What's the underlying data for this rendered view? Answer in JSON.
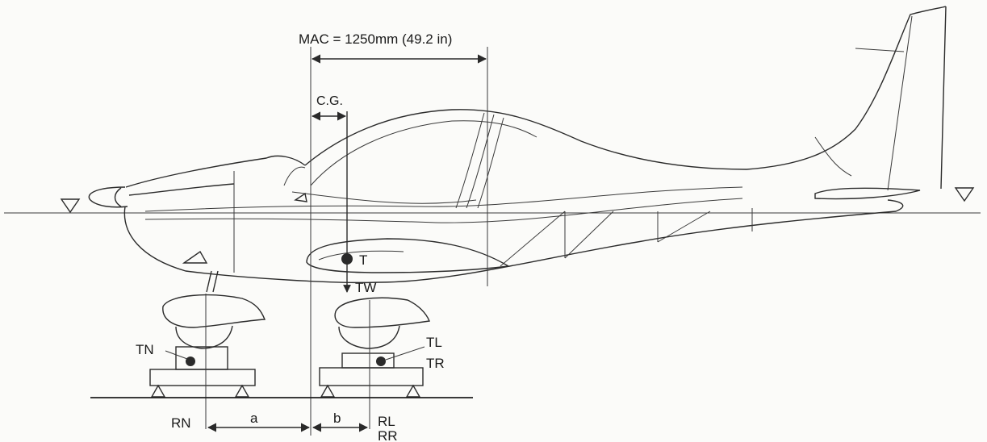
{
  "diagram": {
    "mac_label": "MAC = 1250mm (49.2 in)",
    "cg_label": "C.G.",
    "labels": {
      "t": "T",
      "tw": "TW",
      "tn": "TN",
      "tl": "TL",
      "tr": "TR",
      "rn": "RN",
      "rl": "RL",
      "rr": "RR",
      "a": "a",
      "b": "b"
    },
    "colors": {
      "line": "#2b2b2b",
      "paper": "#fbfbf9"
    }
  }
}
